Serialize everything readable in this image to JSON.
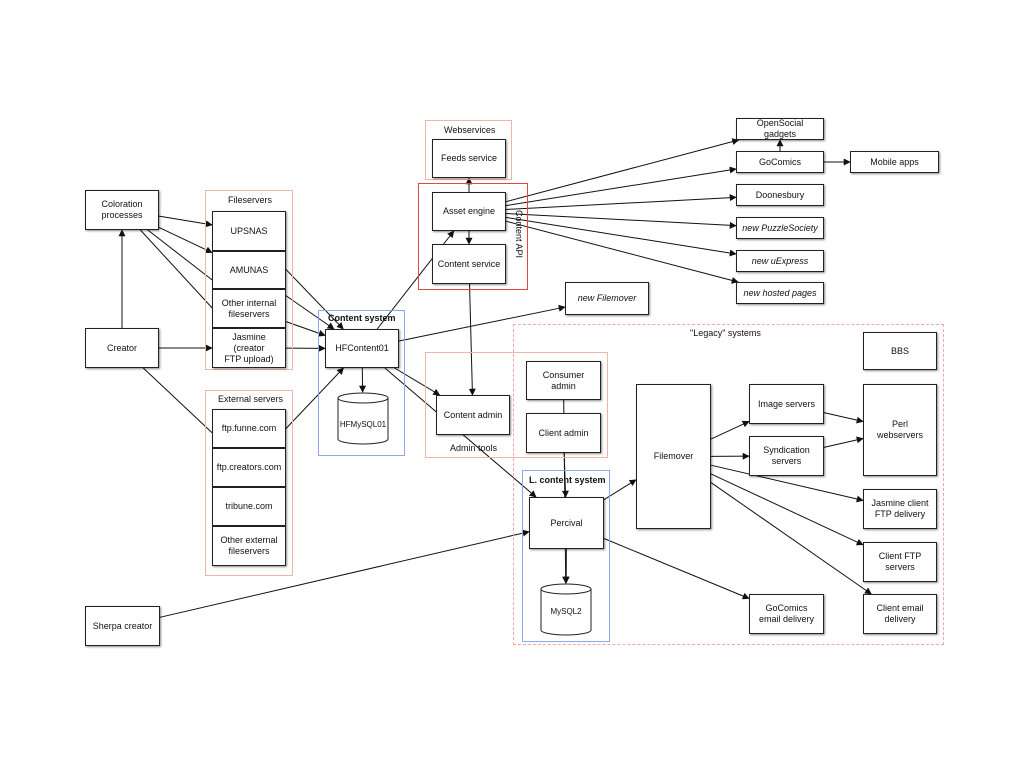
{
  "groups": {
    "webservices": "Webservices",
    "fileservers": "Fileservers",
    "external_servers": "External servers",
    "content_system": "Content system",
    "admin_tools": "Admin tools",
    "l_content_system": "L. content system",
    "legacy": "\"Legacy\" systems",
    "content_api": "Content API"
  },
  "nodes": {
    "coloration": "Coloration\nprocesses",
    "creator": "Creator",
    "sherpa": "Sherpa creator",
    "upsnas": "UPSNAS",
    "amunas": "AMUNAS",
    "other_internal": "Other internal\nfileservers",
    "jasmine_upload": "Jasmine (creator\nFTP upload)",
    "ftp_funne": "ftp.funne.com",
    "ftp_creators": "ftp.creators.com",
    "tribune": "tribune.com",
    "other_external": "Other external\nfileservers",
    "hfcontent": "HFContent01",
    "hfmysql": "HFMySQL01",
    "feeds": "Feeds service",
    "asset_engine": "Asset engine",
    "content_service": "Content service",
    "content_admin": "Content admin",
    "consumer_admin": "Consumer admin",
    "client_admin": "Client admin",
    "percival": "Percival",
    "mysql2": "MySQL2",
    "new_filemover": "new Filemover",
    "opensocial": "OpenSocial gadgets",
    "gocomics": "GoComics",
    "mobile": "Mobile apps",
    "doonesbury": "Doonesbury",
    "puzzlesociety": "new PuzzleSociety",
    "uexpress": "new uExpress",
    "hosted": "new hosted pages",
    "bbs": "BBS",
    "filemover": "Filemover",
    "image_servers": "Image servers",
    "syndication": "Syndication\nservers",
    "perl": "Perl\nwebservers",
    "jasmine_client": "Jasmine client\nFTP delivery",
    "client_ftp": "Client FTP\nservers",
    "client_email": "Client email\ndelivery",
    "gocomics_email": "GoComics\nemail delivery"
  },
  "edges": [
    [
      "creator",
      "coloration"
    ],
    [
      "creator",
      "jasmine_upload"
    ],
    [
      "creator",
      "ftp_creators"
    ],
    [
      "coloration",
      "upsnas"
    ],
    [
      "coloration",
      "amunas"
    ],
    [
      "coloration",
      "other_internal"
    ],
    [
      "coloration",
      "jasmine_upload"
    ],
    [
      "upsnas",
      "hfcontent"
    ],
    [
      "amunas",
      "hfcontent"
    ],
    [
      "other_internal",
      "hfcontent"
    ],
    [
      "jasmine_upload",
      "hfcontent"
    ],
    [
      "ftp_creators",
      "hfcontent"
    ],
    [
      "hfcontent",
      "hfmysql"
    ],
    [
      "hfcontent",
      "asset_engine"
    ],
    [
      "hfcontent",
      "content_admin"
    ],
    [
      "hfcontent",
      "new_filemover"
    ],
    [
      "hfcontent",
      "percival"
    ],
    [
      "asset_engine",
      "feeds"
    ],
    [
      "asset_engine",
      "content_service"
    ],
    [
      "content_service",
      "content_admin"
    ],
    [
      "asset_engine",
      "opensocial"
    ],
    [
      "asset_engine",
      "gocomics"
    ],
    [
      "asset_engine",
      "doonesbury"
    ],
    [
      "asset_engine",
      "puzzlesociety"
    ],
    [
      "asset_engine",
      "uexpress"
    ],
    [
      "asset_engine",
      "hosted"
    ],
    [
      "gocomics",
      "opensocial"
    ],
    [
      "gocomics",
      "mobile"
    ],
    [
      "client_admin",
      "percival"
    ],
    [
      "percival",
      "mysql2"
    ],
    [
      "percival",
      "filemover"
    ],
    [
      "percival",
      "gocomics_email"
    ],
    [
      "consumer_admin",
      "mysql2"
    ],
    [
      "sherpa",
      "percival"
    ],
    [
      "filemover",
      "image_servers"
    ],
    [
      "filemover",
      "syndication"
    ],
    [
      "filemover",
      "jasmine_client"
    ],
    [
      "filemover",
      "client_ftp"
    ],
    [
      "filemover",
      "client_email"
    ],
    [
      "image_servers",
      "perl"
    ],
    [
      "syndication",
      "perl"
    ]
  ]
}
